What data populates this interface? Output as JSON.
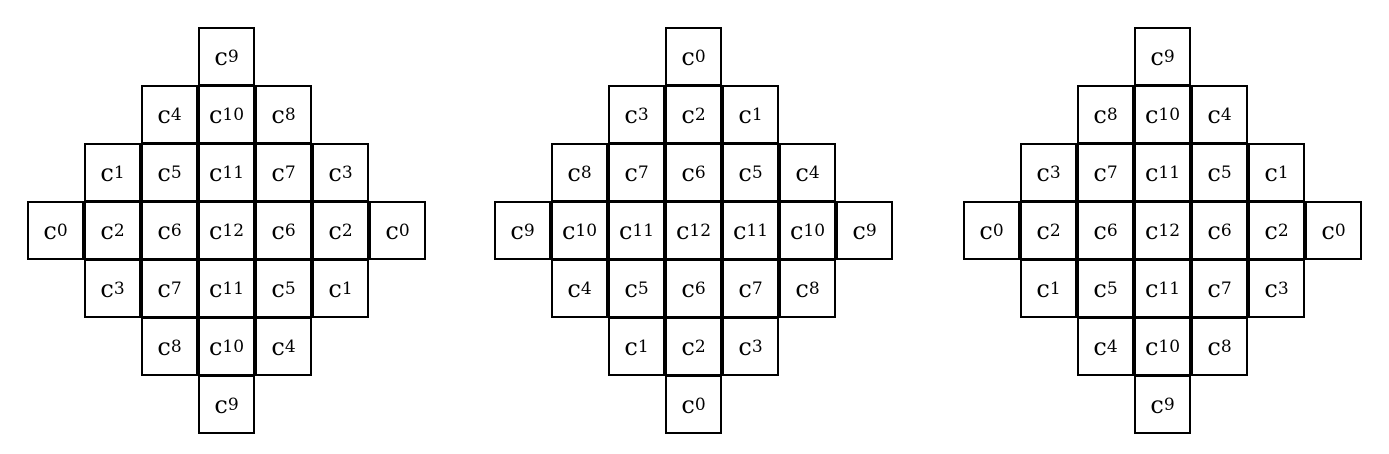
{
  "symbol": "c",
  "diagrams": [
    {
      "rows": [
        [
          "9"
        ],
        [
          "4",
          "10",
          "8"
        ],
        [
          "1",
          "5",
          "11",
          "7",
          "3"
        ],
        [
          "0",
          "2",
          "6",
          "12",
          "6",
          "2",
          "0"
        ],
        [
          "3",
          "7",
          "11",
          "5",
          "1"
        ],
        [
          "8",
          "10",
          "4"
        ],
        [
          "9"
        ]
      ]
    },
    {
      "rows": [
        [
          "0"
        ],
        [
          "3",
          "2",
          "1"
        ],
        [
          "8",
          "7",
          "6",
          "5",
          "4"
        ],
        [
          "9",
          "10",
          "11",
          "12",
          "11",
          "10",
          "9"
        ],
        [
          "4",
          "5",
          "6",
          "7",
          "8"
        ],
        [
          "1",
          "2",
          "3"
        ],
        [
          "0"
        ]
      ]
    },
    {
      "rows": [
        [
          "9"
        ],
        [
          "8",
          "10",
          "4"
        ],
        [
          "3",
          "7",
          "11",
          "5",
          "1"
        ],
        [
          "0",
          "2",
          "6",
          "12",
          "6",
          "2",
          "0"
        ],
        [
          "1",
          "5",
          "11",
          "7",
          "3"
        ],
        [
          "4",
          "10",
          "8"
        ],
        [
          "9"
        ]
      ]
    }
  ]
}
